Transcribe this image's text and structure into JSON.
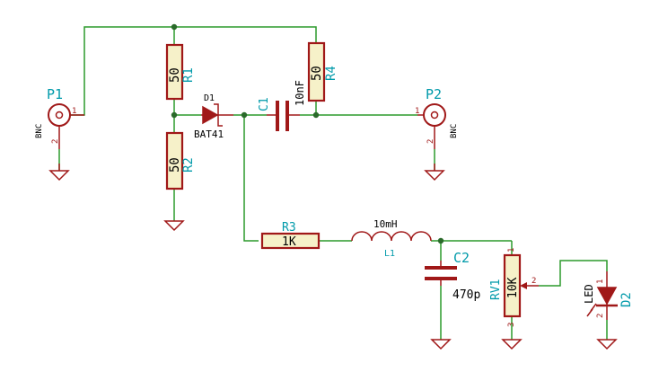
{
  "components": {
    "p1": {
      "ref": "P1",
      "value": "BNC",
      "pin1": "1",
      "pin2": "2"
    },
    "p2": {
      "ref": "P2",
      "value": "BNC",
      "pin1": "1",
      "pin2": "2"
    },
    "r1": {
      "ref": "R1",
      "value": "50"
    },
    "r2": {
      "ref": "R2",
      "value": "50"
    },
    "r3": {
      "ref": "R3",
      "value": "1K"
    },
    "r4": {
      "ref": "R4",
      "value": "50"
    },
    "d1": {
      "ref": "D1",
      "value": "BAT41"
    },
    "c1": {
      "ref": "C1",
      "value": "10nF"
    },
    "c2": {
      "ref": "C2",
      "value": "470p"
    },
    "l1": {
      "ref": "L1",
      "value": "10mH"
    },
    "rv1": {
      "ref": "RV1",
      "value": "10K",
      "pin1": "1",
      "pin2": "2",
      "pin3": "3"
    },
    "d2": {
      "ref": "D2",
      "value": "LED",
      "pin1": "1",
      "pin2": "2"
    }
  },
  "colors": {
    "wire": "#2c9a2c",
    "component": "#a01818",
    "component_fill": "#f6f1c9",
    "reference": "#009aaa",
    "value": "#000000"
  }
}
